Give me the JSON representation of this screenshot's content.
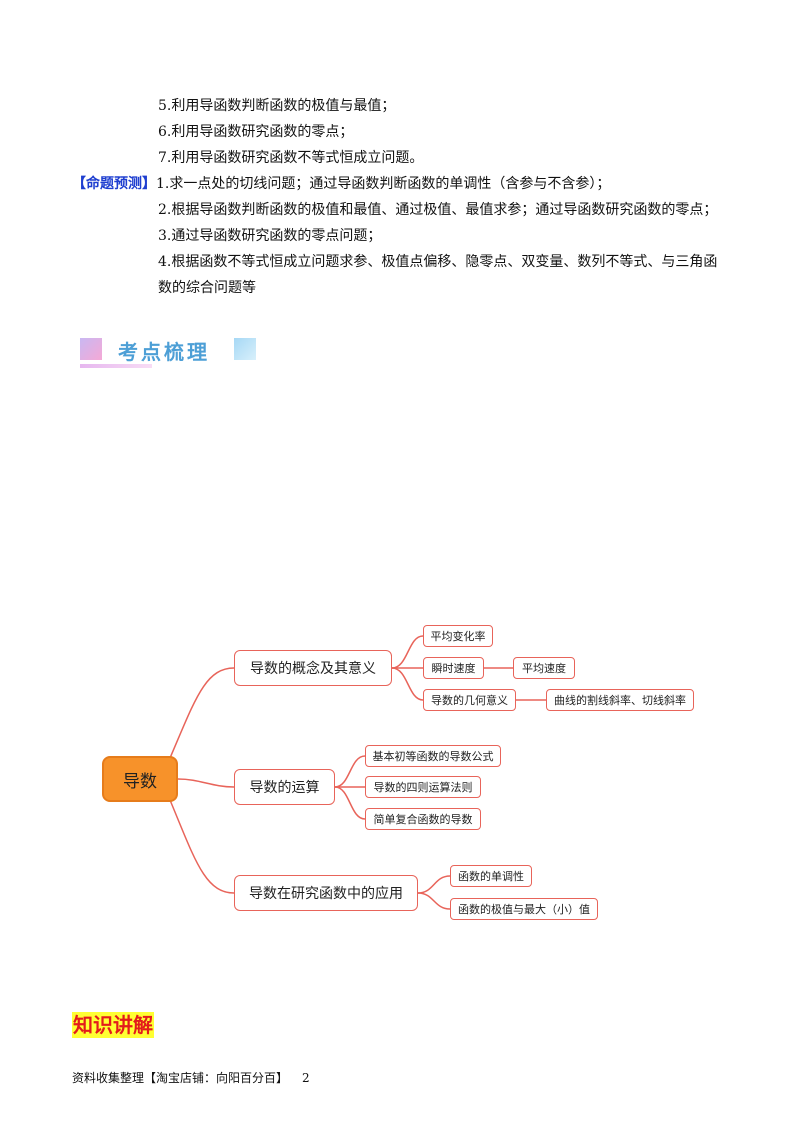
{
  "intro_lines": [
    "5.利用导函数判断函数的极值与最值；",
    "6.利用导函数研究函数的零点；",
    "7.利用导函数研究函数不等式恒成立问题。"
  ],
  "prediction": {
    "tag": "【命题预测】",
    "lines": [
      "1.求一点处的切线问题；通过导函数判断函数的单调性（含参与不含参）；",
      "2.根据导函数判断函数的极值和最值、通过极值、最值求参；通过导函数研究函数的零点；",
      "3.通过导函数研究函数的零点问题；",
      "4.根据函数不等式恒成立问题求参、极值点偏移、隐零点、双变量、数列不等式、与三角函",
      "数的综合问题等"
    ]
  },
  "section_title": "考点梳理",
  "mindmap": {
    "root": "导数",
    "branches": [
      {
        "label": "导数的概念及其意义",
        "children": [
          {
            "label": "平均变化率"
          },
          {
            "label": "瞬时速度",
            "child": "平均速度"
          },
          {
            "label": "导数的几何意义",
            "child": "曲线的割线斜率、切线斜率"
          }
        ]
      },
      {
        "label": "导数的运算",
        "children": [
          {
            "label": "基本初等函数的导数公式"
          },
          {
            "label": "导数的四则运算法则"
          },
          {
            "label": "简单复合函数的导数"
          }
        ]
      },
      {
        "label": "导数在研究函数中的应用",
        "children": [
          {
            "label": "函数的单调性"
          },
          {
            "label": "函数的极值与最大（小）值"
          }
        ]
      }
    ],
    "line_color": "#e8645a",
    "root_color": "#f7922a"
  },
  "knowledge_title": "知识讲解",
  "footer": {
    "text": "资料收集整理【淘宝店铺：向阳百分百】",
    "page_number": "2"
  }
}
